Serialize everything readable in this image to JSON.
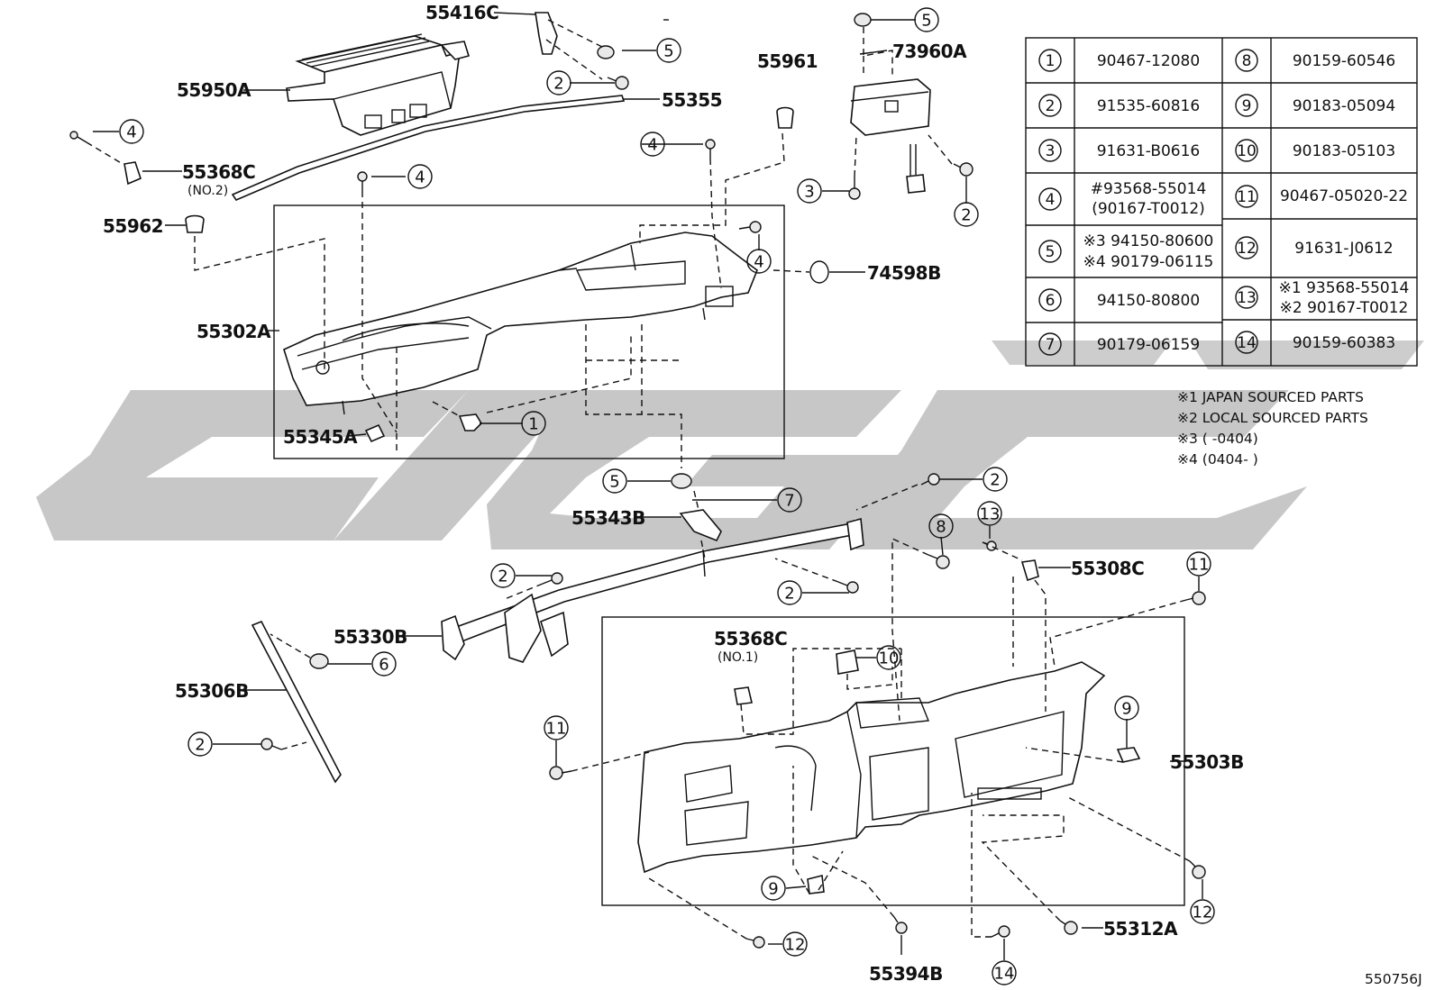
{
  "diagram_id": "550756J",
  "table_rows": [
    {
      "left_num": "①",
      "left_code": "90467-12080",
      "right_num": "⑧",
      "right_code": "90159-60546"
    },
    {
      "left_num": "②",
      "left_code": "91535-60816",
      "right_num": "⑨",
      "right_code": "90183-05094"
    },
    {
      "left_num": "③",
      "left_code": "91631-B0616",
      "right_num": "⑩",
      "right_code": "90183-05103"
    },
    {
      "left_num": "④",
      "left_code": "#93568-55014",
      "left_code2": "(90167-T0012)",
      "right_num": "⑪",
      "right_code": "90467-05020-22"
    },
    {
      "left_num": "⑤",
      "left_code": "※3 94150-80600",
      "left_code2": "※4 90179-06115",
      "right_num": "⑫",
      "right_code": "91631-J0612"
    },
    {
      "left_num": "⑥",
      "left_code": "94150-80800",
      "right_num": "⑬",
      "right_code": "※1 93568-55014",
      "right_code2": "※2 90167-T0012"
    },
    {
      "left_num": "⑦",
      "left_code": "90179-06159",
      "right_num": "⑭",
      "right_code": "90159-60383"
    }
  ],
  "notes": [
    "※1 JAPAN SOURCED PARTS",
    "※2 LOCAL SOURCED PARTS",
    "※3 (    -0404)",
    "※4 (0404-    )"
  ],
  "part_labels": [
    {
      "id": "p55416C",
      "text": "55416C"
    },
    {
      "id": "p55950A",
      "text": "55950A"
    },
    {
      "id": "p55355",
      "text": "55355"
    },
    {
      "id": "p55368C2",
      "text": "55368C"
    },
    {
      "id": "p55368C2sub",
      "text": "(NO.2)"
    },
    {
      "id": "p55962",
      "text": "55962"
    },
    {
      "id": "p55961",
      "text": "55961"
    },
    {
      "id": "p73960A",
      "text": "73960A"
    },
    {
      "id": "p74598B",
      "text": "74598B"
    },
    {
      "id": "p55302A",
      "text": "55302A"
    },
    {
      "id": "p55345A",
      "text": "55345A"
    },
    {
      "id": "p55343B",
      "text": "55343B"
    },
    {
      "id": "p55308C",
      "text": "55308C"
    },
    {
      "id": "p55330B",
      "text": "55330B"
    },
    {
      "id": "p55306B",
      "text": "55306B"
    },
    {
      "id": "p55368C1",
      "text": "55368C"
    },
    {
      "id": "p55368C1sub",
      "text": "(NO.1)"
    },
    {
      "id": "p55303B",
      "text": "55303B"
    },
    {
      "id": "p55312A",
      "text": "55312A"
    },
    {
      "id": "p55394B",
      "text": "55394B"
    }
  ],
  "callouts": [
    {
      "id": "c5a",
      "text": "5"
    },
    {
      "id": "c2a",
      "text": "2"
    },
    {
      "id": "c4a",
      "text": "4"
    },
    {
      "id": "c4b",
      "text": "4"
    },
    {
      "id": "c4c",
      "text": "4"
    },
    {
      "id": "c5b",
      "text": "5"
    },
    {
      "id": "c3a",
      "text": "3"
    },
    {
      "id": "c2b",
      "text": "2"
    },
    {
      "id": "c4d",
      "text": "4"
    },
    {
      "id": "c1a",
      "text": "1"
    },
    {
      "id": "c5c",
      "text": "5"
    },
    {
      "id": "c7a",
      "text": "7"
    },
    {
      "id": "c2c",
      "text": "2"
    },
    {
      "id": "c8a",
      "text": "8"
    },
    {
      "id": "c13a",
      "text": "13"
    },
    {
      "id": "c2d",
      "text": "2"
    },
    {
      "id": "c2e",
      "text": "2"
    },
    {
      "id": "c11a",
      "text": "11"
    },
    {
      "id": "c6a",
      "text": "6"
    },
    {
      "id": "c10a",
      "text": "10"
    },
    {
      "id": "c9a",
      "text": "9"
    },
    {
      "id": "c11b",
      "text": "11"
    },
    {
      "id": "c2f",
      "text": "2"
    },
    {
      "id": "c9b",
      "text": "9"
    },
    {
      "id": "c12a",
      "text": "12"
    },
    {
      "id": "c12b",
      "text": "12"
    },
    {
      "id": "c14a",
      "text": "14"
    }
  ],
  "watermark": "SGC"
}
